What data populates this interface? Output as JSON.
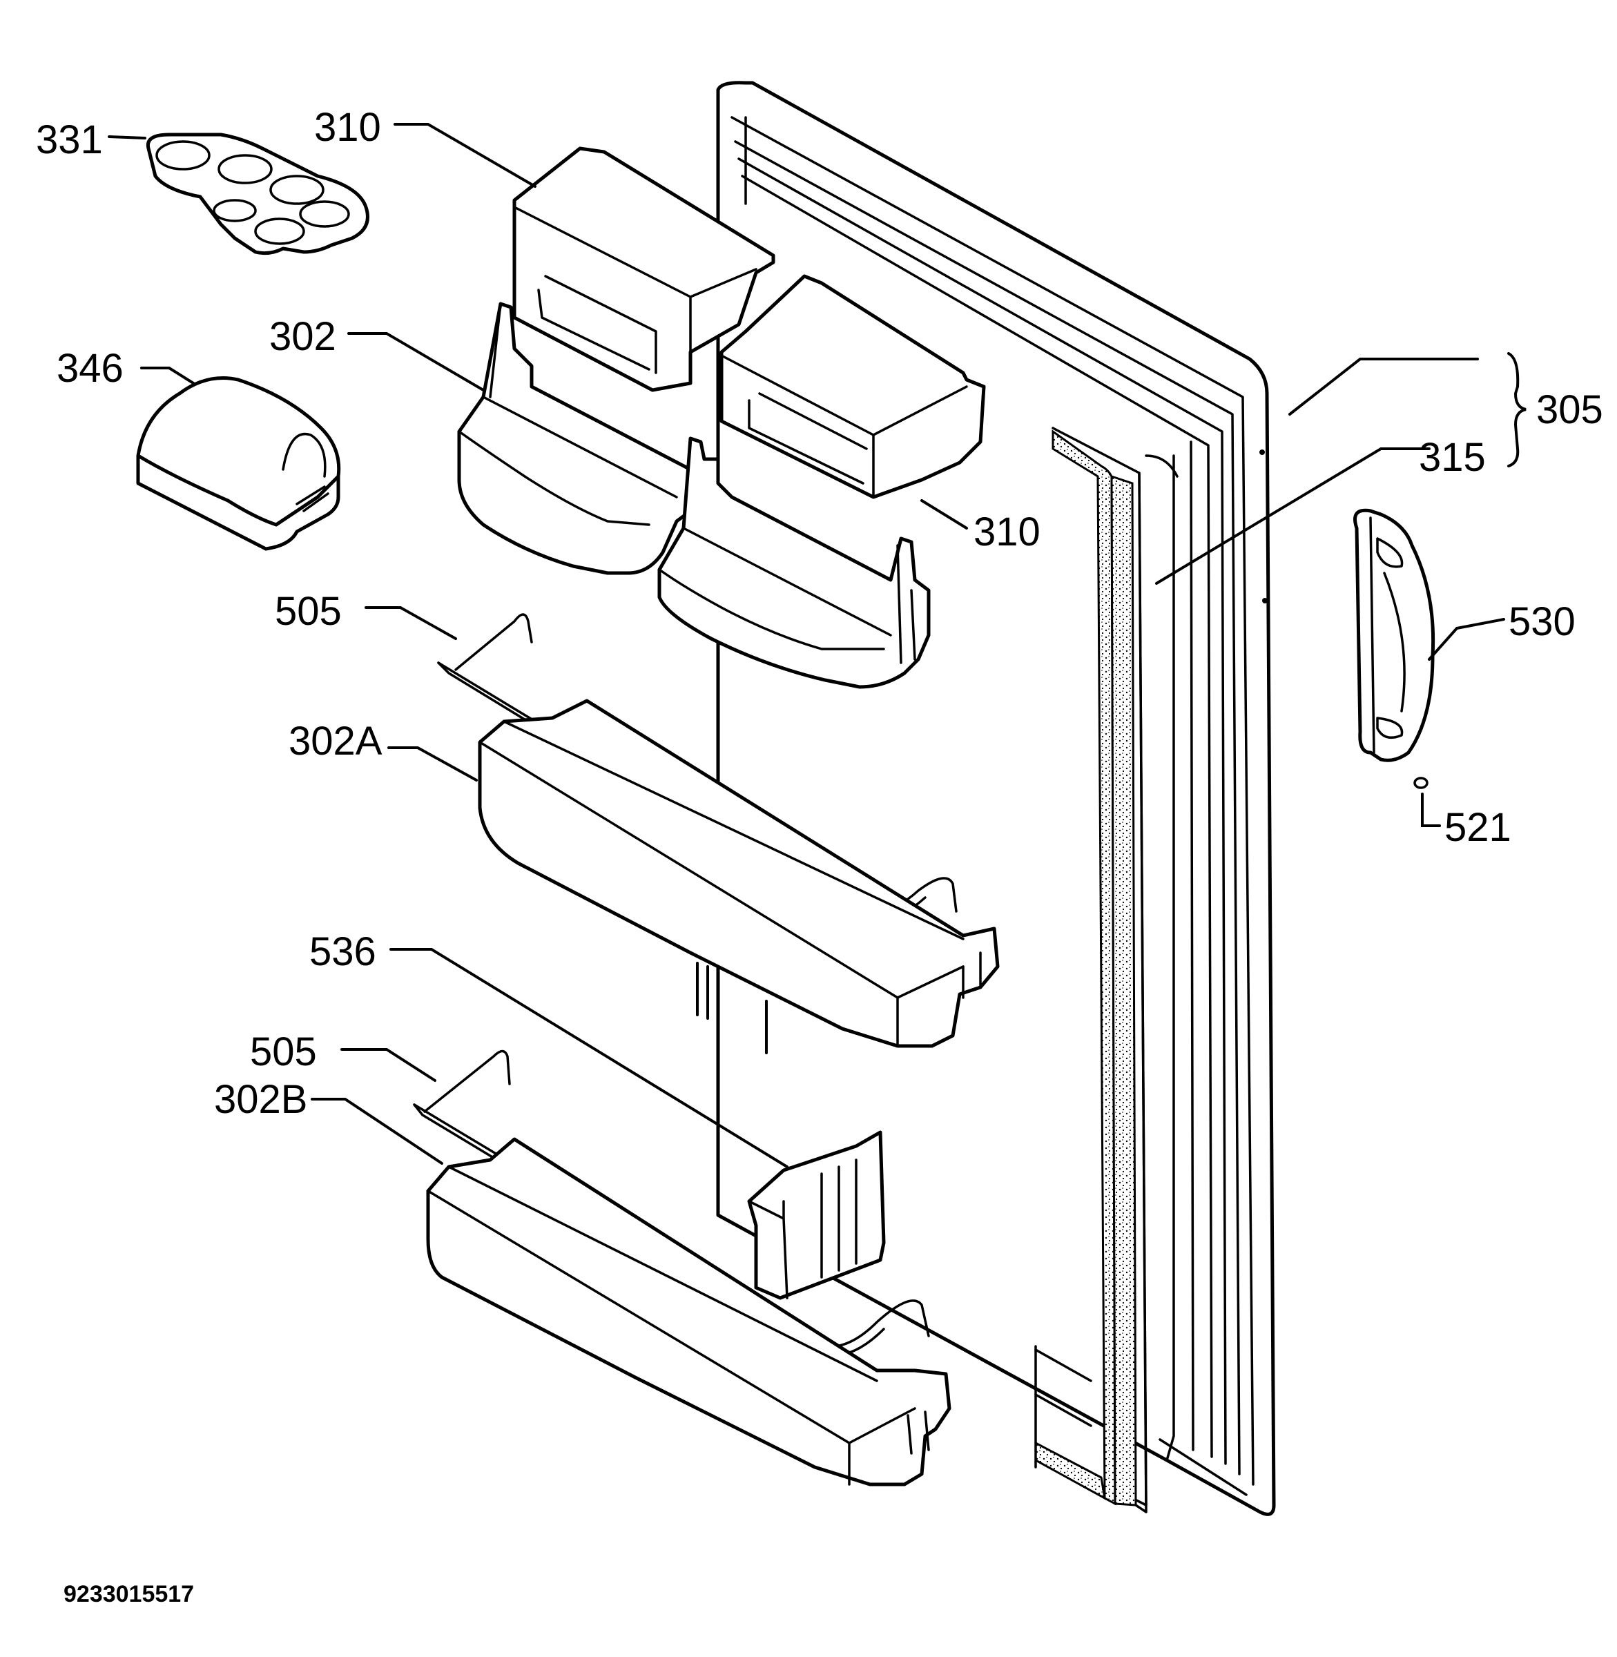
{
  "labels": {
    "l331": "331",
    "l310a": "310",
    "l302": "302",
    "l346": "346",
    "l310b": "310",
    "l305": "305",
    "l315": "315",
    "l505a": "505",
    "l530": "530",
    "l302A": "302A",
    "l521": "521",
    "l536": "536",
    "l505b": "505",
    "l302B": "302B"
  },
  "document_number": "9233015517"
}
